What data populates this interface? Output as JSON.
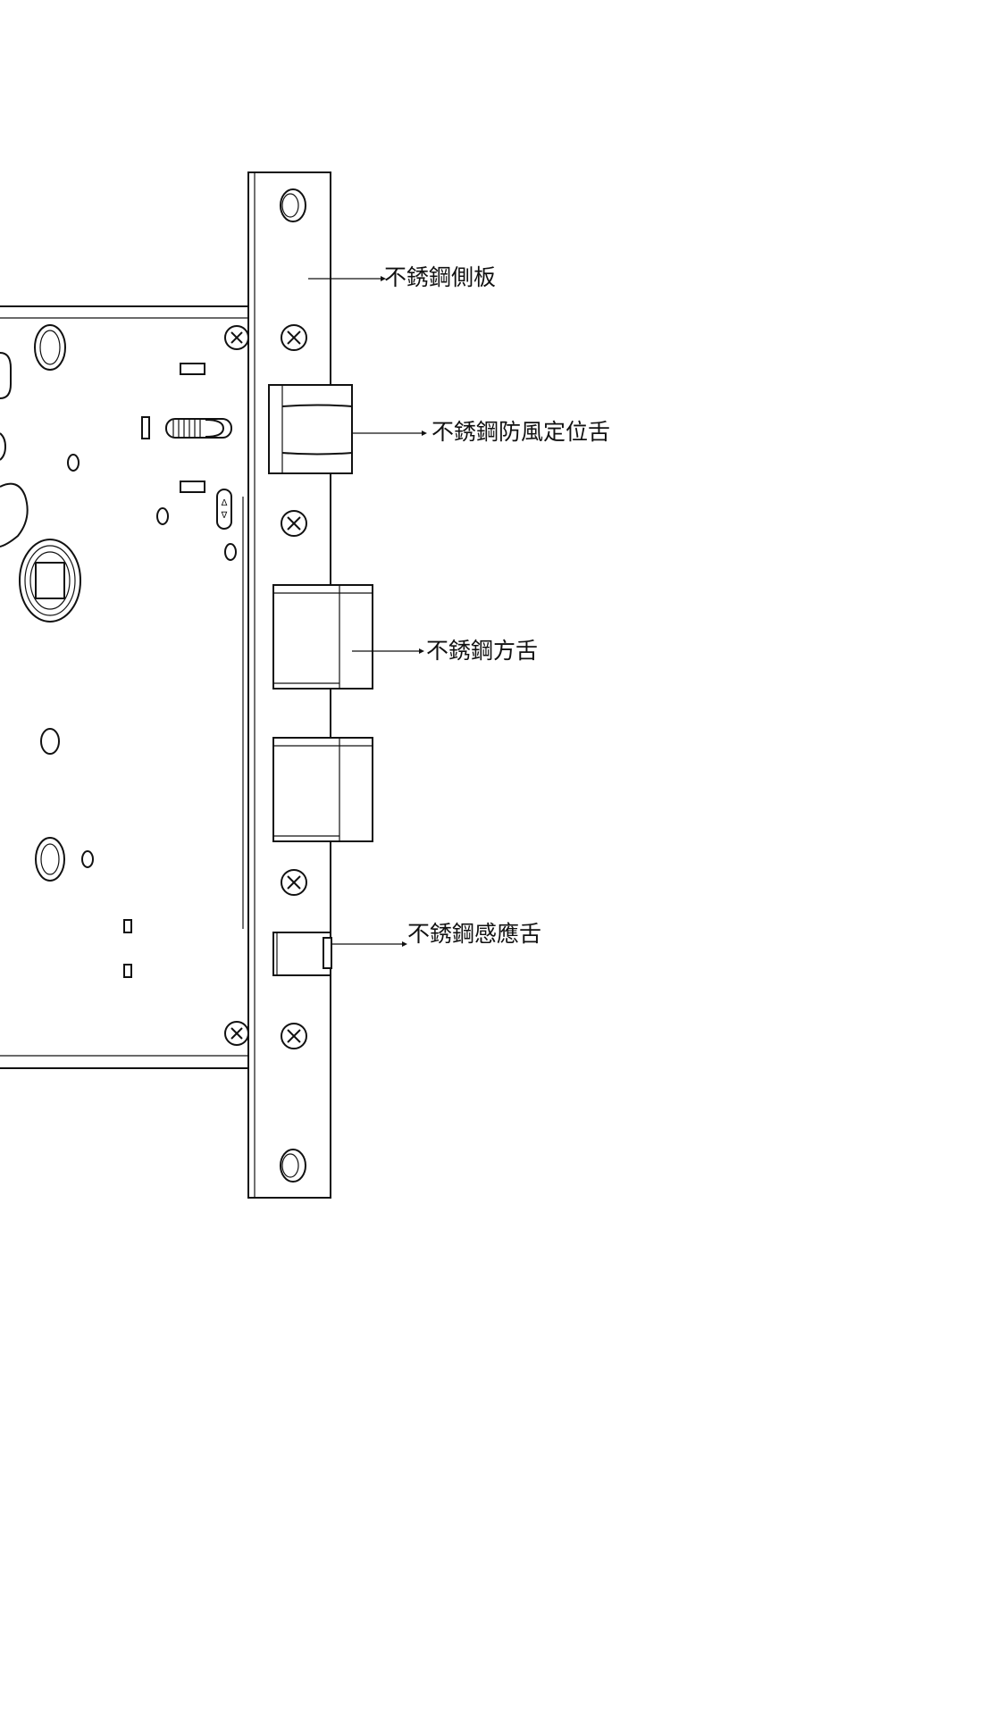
{
  "callouts": {
    "side_plate": "不銹鋼側板",
    "anti_wind_latch": "不銹鋼防風定位舌",
    "square_bolt": "不銹鋼方舌",
    "sensor_latch": "不銹鋼感應舌"
  },
  "colors": {
    "line": "#111111",
    "background": "#ffffff"
  }
}
